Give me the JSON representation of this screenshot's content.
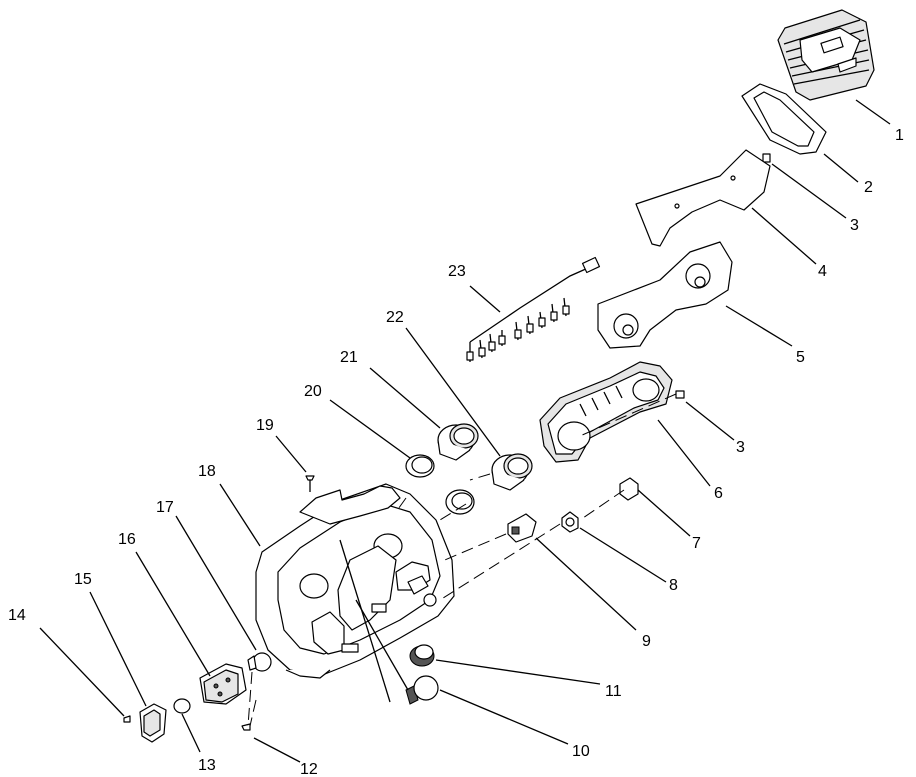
{
  "diagram": {
    "callouts": [
      {
        "id": "1",
        "label": "1"
      },
      {
        "id": "2",
        "label": "2"
      },
      {
        "id": "3a",
        "label": "3"
      },
      {
        "id": "4",
        "label": "4"
      },
      {
        "id": "5",
        "label": "5"
      },
      {
        "id": "3b",
        "label": "3"
      },
      {
        "id": "6",
        "label": "6"
      },
      {
        "id": "7",
        "label": "7"
      },
      {
        "id": "8",
        "label": "8"
      },
      {
        "id": "9",
        "label": "9"
      },
      {
        "id": "10",
        "label": "10"
      },
      {
        "id": "11",
        "label": "11"
      },
      {
        "id": "12",
        "label": "12"
      },
      {
        "id": "13",
        "label": "13"
      },
      {
        "id": "14",
        "label": "14"
      },
      {
        "id": "15",
        "label": "15"
      },
      {
        "id": "16",
        "label": "16"
      },
      {
        "id": "17",
        "label": "17"
      },
      {
        "id": "18",
        "label": "18"
      },
      {
        "id": "19",
        "label": "19"
      },
      {
        "id": "20",
        "label": "20"
      },
      {
        "id": "21",
        "label": "21"
      },
      {
        "id": "22",
        "label": "22"
      },
      {
        "id": "23",
        "label": "23"
      }
    ]
  }
}
